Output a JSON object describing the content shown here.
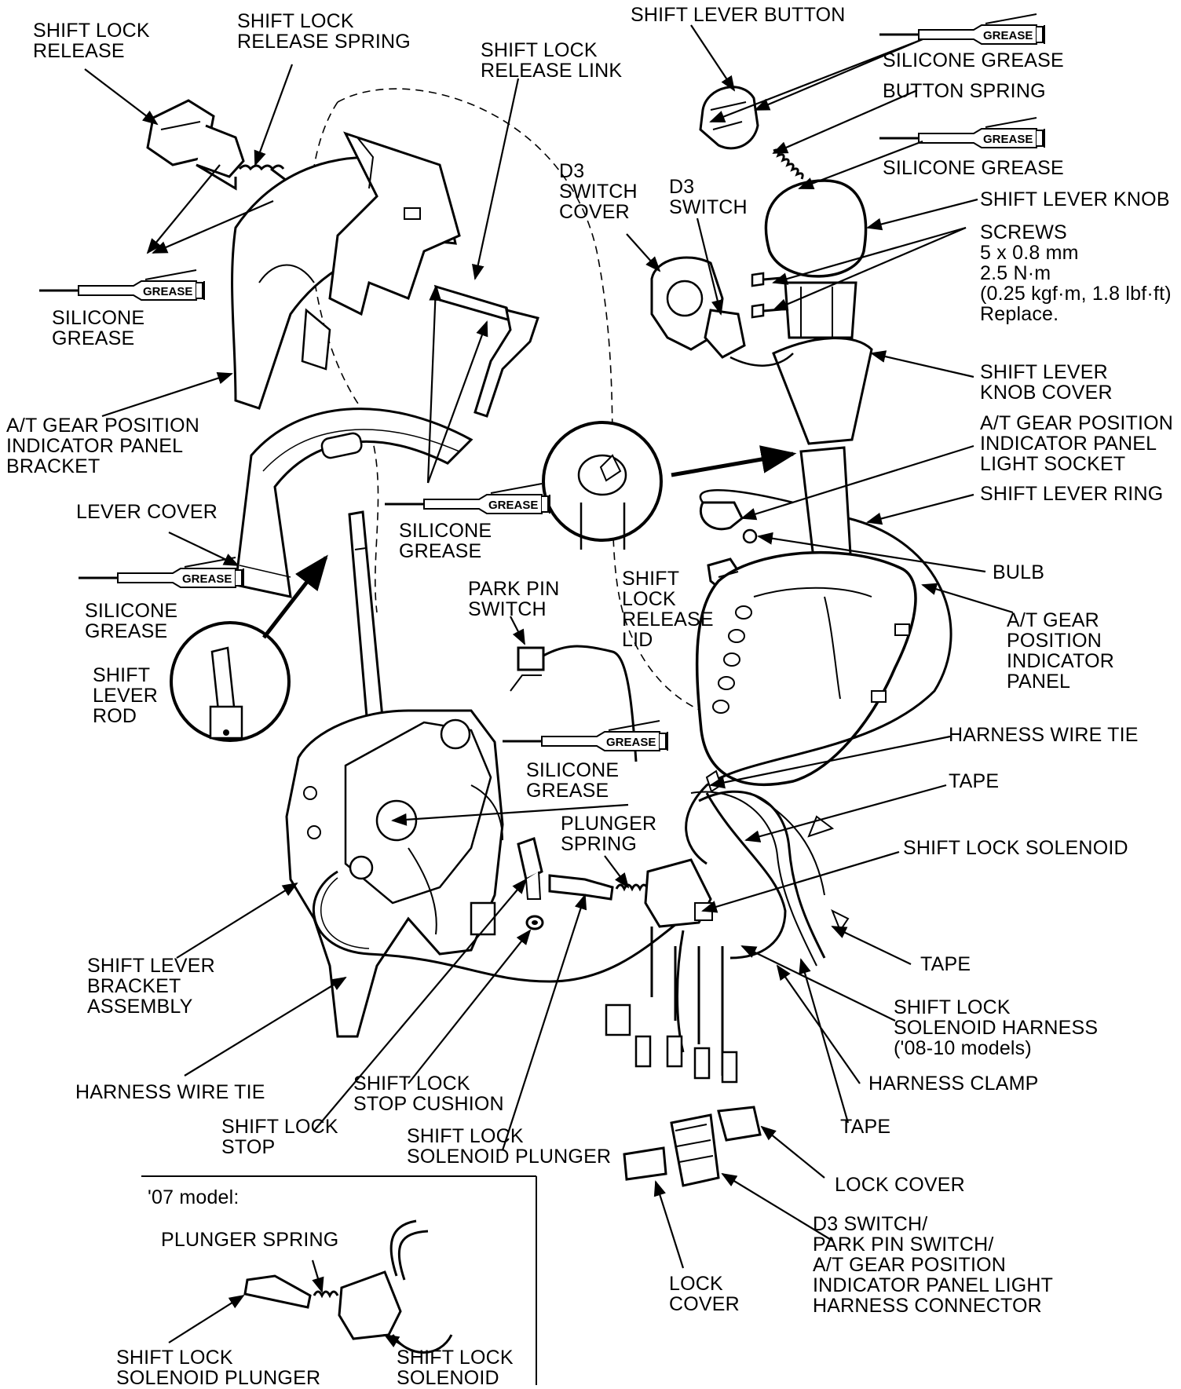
{
  "labels": {
    "shift_lock_release": "SHIFT LOCK\nRELEASE",
    "shift_lock_release_spring": "SHIFT LOCK\nRELEASE SPRING",
    "shift_lock_release_link": "SHIFT LOCK\nRELEASE LINK",
    "shift_lever_button": "SHIFT LEVER BUTTON",
    "silicone_grease_button": "SILICONE GREASE",
    "button_spring": "BUTTON SPRING",
    "silicone_grease_spring": "SILICONE GREASE",
    "shift_lever_knob": "SHIFT LEVER KNOB",
    "screws": "SCREWS\n5 x 0.8 mm\n2.5 N·m\n(0.25 kgf·m, 1.8 lbf·ft)\nReplace.",
    "d3_switch_cover": "D3\nSWITCH\nCOVER",
    "d3_switch": "D3\nSWITCH",
    "silicone_grease_release": "SILICONE\nGREASE",
    "at_gear_position_bracket": "A/T GEAR POSITION\nINDICATOR PANEL\nBRACKET",
    "shift_lever_knob_cover": "SHIFT LEVER\nKNOB COVER",
    "at_gear_position_light_socket": "A/T GEAR POSITION\nINDICATOR PANEL\nLIGHT SOCKET",
    "shift_lever_ring": "SHIFT LEVER RING",
    "lever_cover": "LEVER COVER",
    "silicone_grease_link": "SILICONE\nGREASE",
    "silicone_grease_rod": "SILICONE\nGREASE",
    "shift_lock_release_lid": "SHIFT\nLOCK\nRELEASE\nLID",
    "bulb": "BULB",
    "park_pin_switch": "PARK PIN\nSWITCH",
    "at_gear_position_panel": "A/T GEAR\nPOSITION\nINDICATOR\nPANEL",
    "shift_lever_rod": "SHIFT\nLEVER\nROD",
    "silicone_grease_bracket": "SILICONE\nGREASE",
    "harness_wire_tie_right": "HARNESS WIRE TIE",
    "plunger_spring": "PLUNGER\nSPRING",
    "tape_top": "TAPE",
    "shift_lock_solenoid": "SHIFT LOCK SOLENOID",
    "shift_lever_bracket_assembly": "SHIFT LEVER\nBRACKET\nASSEMBLY",
    "tape_mid": "TAPE",
    "shift_lock_solenoid_harness": "SHIFT LOCK\nSOLENOID HARNESS\n('08-10 models)",
    "harness_wire_tie_left": "HARNESS WIRE TIE",
    "shift_lock_stop_cushion": "SHIFT LOCK\nSTOP CUSHION",
    "harness_clamp": "HARNESS CLAMP",
    "shift_lock_stop": "SHIFT LOCK\nSTOP",
    "shift_lock_solenoid_plunger": "SHIFT LOCK\nSOLENOID PLUNGER",
    "tape_bottom": "TAPE",
    "lock_cover_right": "LOCK COVER",
    "model_07": "'07 model:",
    "inset_plunger_spring": "PLUNGER SPRING",
    "harness_connector": "D3 SWITCH/\nPARK PIN SWITCH/\nA/T GEAR POSITION\nINDICATOR PANEL LIGHT\nHARNESS CONNECTOR",
    "lock_cover_bottom": "LOCK\nCOVER",
    "inset_solenoid_plunger": "SHIFT LOCK\nSOLENOID PLUNGER",
    "inset_solenoid": "SHIFT LOCK\nSOLENOID"
  },
  "grease_tag": "GREASE"
}
